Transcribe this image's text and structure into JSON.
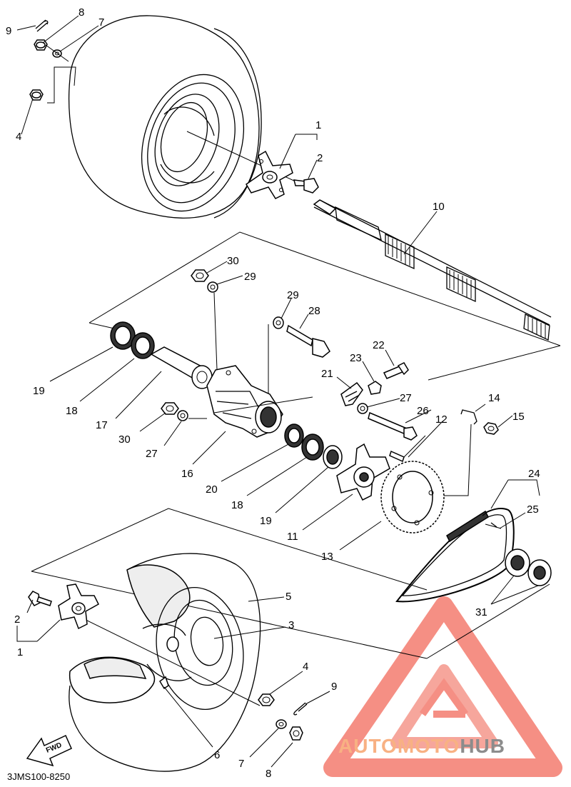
{
  "diagram": {
    "code": "3JMS100-8250",
    "fwd_label": "FWD",
    "callouts": [
      {
        "id": "c-9-top",
        "text": "9"
      },
      {
        "id": "c-8-top",
        "text": "8"
      },
      {
        "id": "c-7-top",
        "text": "7"
      },
      {
        "id": "c-4-top",
        "text": "4"
      },
      {
        "id": "c-1-top",
        "text": "1"
      },
      {
        "id": "c-2-top",
        "text": "2"
      },
      {
        "id": "c-10",
        "text": "10"
      },
      {
        "id": "c-30-top",
        "text": "30"
      },
      {
        "id": "c-29-top",
        "text": "29"
      },
      {
        "id": "c-29-mid",
        "text": "29"
      },
      {
        "id": "c-28",
        "text": "28"
      },
      {
        "id": "c-22",
        "text": "22"
      },
      {
        "id": "c-23",
        "text": "23"
      },
      {
        "id": "c-21",
        "text": "21"
      },
      {
        "id": "c-27-right",
        "text": "27"
      },
      {
        "id": "c-26",
        "text": "26"
      },
      {
        "id": "c-12",
        "text": "12"
      },
      {
        "id": "c-14",
        "text": "14"
      },
      {
        "id": "c-15",
        "text": "15"
      },
      {
        "id": "c-19-left",
        "text": "19"
      },
      {
        "id": "c-18-left",
        "text": "18"
      },
      {
        "id": "c-17",
        "text": "17"
      },
      {
        "id": "c-30-bottom",
        "text": "30"
      },
      {
        "id": "c-27-left",
        "text": "27"
      },
      {
        "id": "c-16",
        "text": "16"
      },
      {
        "id": "c-20",
        "text": "20"
      },
      {
        "id": "c-18-right",
        "text": "18"
      },
      {
        "id": "c-19-right",
        "text": "19"
      },
      {
        "id": "c-11",
        "text": "11"
      },
      {
        "id": "c-13",
        "text": "13"
      },
      {
        "id": "c-24",
        "text": "24"
      },
      {
        "id": "c-25",
        "text": "25"
      },
      {
        "id": "c-31",
        "text": "31"
      },
      {
        "id": "c-5",
        "text": "5"
      },
      {
        "id": "c-3",
        "text": "3"
      },
      {
        "id": "c-2-bottom",
        "text": "2"
      },
      {
        "id": "c-1-bottom",
        "text": "1"
      },
      {
        "id": "c-4-bottom",
        "text": "4"
      },
      {
        "id": "c-9-bottom",
        "text": "9"
      },
      {
        "id": "c-6",
        "text": "6"
      },
      {
        "id": "c-7-bottom",
        "text": "7"
      },
      {
        "id": "c-8-bottom",
        "text": "8"
      }
    ]
  },
  "watermark": {
    "brand_part1": "AUTOMOTO",
    "brand_part2": "HUB",
    "color_primary": "#f26a5b",
    "color_secondary": "#f8b183",
    "color_tertiary": "#8c8c8c"
  }
}
